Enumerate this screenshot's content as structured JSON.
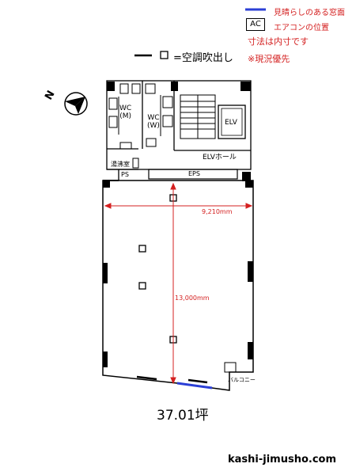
{
  "legend": {
    "view_face": "見晴らしのある窓面",
    "view_face_color": "#2b3fd6",
    "ac_symbol": "AC",
    "ac_position": "エアコンの位置",
    "dimension_note": "寸法は内寸です",
    "priority_note": "※現況優先",
    "vent_label": "=空調吹出し",
    "legend_color": "#d42020"
  },
  "rooms": {
    "wc_m": "WC\n(M)",
    "wc_w": "WC\n(W)",
    "elv": "ELV",
    "elv_hall": "ELVホール",
    "kitchen": "湯沸室",
    "ps": "PS",
    "eps": "EPS",
    "balcony": "バルコニー"
  },
  "dimensions": {
    "width": "9,210mm",
    "depth": "13,000mm",
    "dim_color": "#d42020"
  },
  "compass": {
    "label": "N"
  },
  "area": "37.01坪",
  "site": "kashi-jimusho.com"
}
